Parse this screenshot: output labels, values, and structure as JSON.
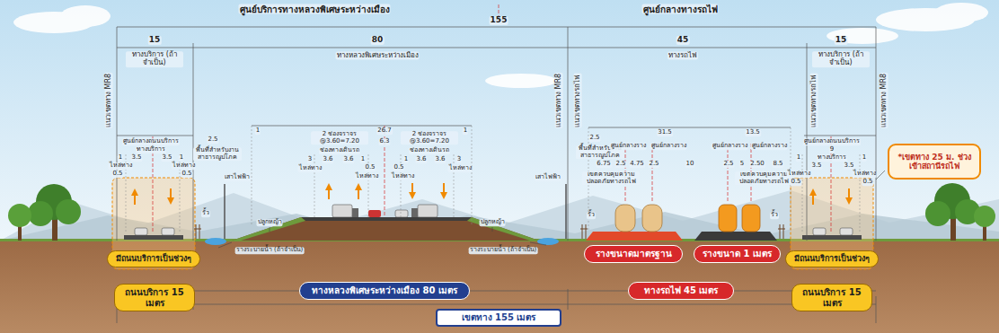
{
  "diagram": {
    "nodes": [
      {
        "text": [
          "มีถนนบริการเป็นช่วงๆ"
        ]
      },
      {
        "text": [
          "ถนนบริการ 15 เมตร"
        ]
      },
      {
        "text": [
          "ทางหลวงพิเศษระหว่างเมือง 80 เมตร"
        ]
      },
      {
        "text": [
          "รางขนาดมาตรฐาน"
        ]
      },
      {
        "text": [
          "รางขนาด 1 เมตร"
        ]
      },
      {
        "text": [
          "ทางรถไฟ 45 เมตร"
        ]
      },
      {
        "text": [
          "มีถนนบริการเป็นช่วงๆ"
        ]
      },
      {
        "text": [
          "ถนนบริการ 15 เมตร"
        ]
      },
      {
        "text": [
          "*เขตทาง 25 ม. ช่วงเข้าสถานีรถไฟ"
        ]
      },
      {
        "text": [
          "เขตทาง 155 เมตร"
        ]
      }
    ],
    "labels": [
      "ศูนย์บริการทางหลวงพิเศษระหว่างเมือง",
      "ศูนย์กลางทางรถไฟ",
      "155",
      "15",
      "ทางบริการ (ถ้าจำเป็น)",
      "80",
      "ทางหลวงพิเศษระหว่างเมือง",
      "45",
      "ทางรถไฟ",
      "15",
      "ทางบริการ (ถ้าจำเป็น)",
      "แนวเขตทาง MR8",
      "แนวเขตทาง MR8",
      "แนวเขตทางรถไฟ",
      "แนวเขตทางรถไฟ",
      "แนวเขตทาง MR8",
      "ศูนย์กลางถนนบริการ",
      "ทางบริการ",
      "3.5",
      "3.5",
      "1",
      "ไหล่ทาง",
      "0.5",
      "1",
      "ไหล่ทาง",
      "0.5",
      "2.5",
      "พื้นที่สำหรับงานสาธารณูปโภค",
      "เสาไฟฟ้า",
      "รั้ว",
      "1",
      "26.7",
      "1",
      "2 ช่องจราจร @3.60=7.20",
      "ช่องทางเดินรถ",
      "6.3",
      "2 ช่องจราจร @3.60=7.20",
      "ช่องทางเดินรถ",
      "3",
      "3.6",
      "3.6",
      "1",
      "0.5",
      "ไหล่ทาง",
      "ไหล่ทาง",
      "0.5",
      "1",
      "3.6",
      "3.6",
      "3",
      "ไหล่ทาง",
      "ไหล่ทาง",
      "ปลูกหญ้า",
      "ปลูกหญ้า",
      "รางระบายน้ำ (ถ้าจำเป็น)",
      "รางระบายน้ำ (ถ้าจำเป็น)",
      "2.5",
      "พื้นที่สำหรับงานสาธารณูปโภค",
      "เสาไฟฟ้า",
      "31.5",
      "13.5",
      "ศูนย์กลางราง",
      "ศูนย์กลางราง",
      "ศูนย์กลางราง",
      "ศูนย์กลางราง",
      "6.75",
      "2.5",
      "4.75",
      "2.5",
      "10",
      "2.5",
      "5",
      "2.50",
      "8.5",
      "เขตควบคุมความปลอดภัยทางรถไฟ",
      "เขตควบคุมความปลอดภัยทางรถไฟ",
      "รั้ว",
      "รั้ว",
      "ศูนย์กลางถนนบริการ",
      "9",
      "ทางบริการ",
      "3.5",
      "3.5",
      "1",
      "ไหล่ทาง",
      "0.5",
      "1",
      "ไหล่ทาง",
      "0.5"
    ]
  }
}
